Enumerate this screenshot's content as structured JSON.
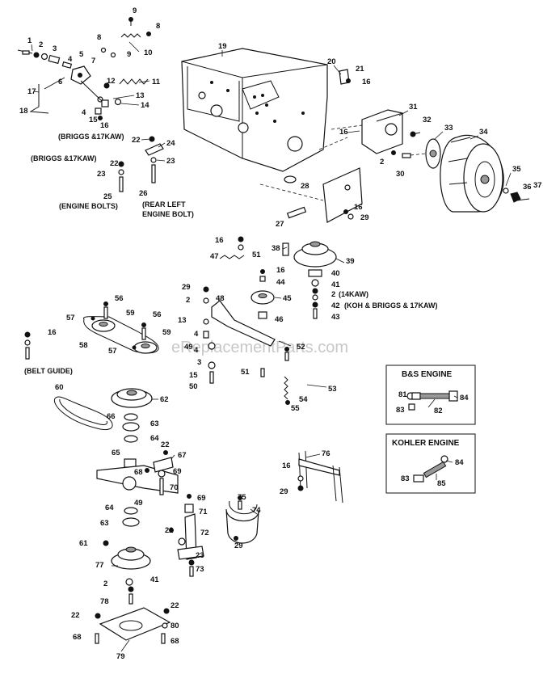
{
  "watermark": "eReplacementParts.com",
  "callouts": {
    "c1": "1",
    "c2": "2",
    "c3": "3",
    "c4": "4",
    "c5": "5",
    "c6": "6",
    "c7": "7",
    "c8": "8",
    "c9": "9",
    "c10": "10",
    "c11": "11",
    "c12": "12",
    "c13": "13",
    "c14": "14",
    "c15": "15",
    "c16": "16",
    "c17": "17",
    "c18": "18",
    "c19": "19",
    "c20": "20",
    "c21": "21",
    "c22": "22",
    "c23": "23",
    "c24": "24",
    "c25": "25",
    "c26": "26",
    "c27": "27",
    "c28": "28",
    "c29": "29",
    "c30": "30",
    "c31": "31",
    "c32": "32",
    "c33": "33",
    "c34": "34",
    "c35": "35",
    "c36": "36",
    "c37": "37",
    "c38": "38",
    "c39": "39",
    "c40": "40",
    "c41": "41",
    "c42": "42",
    "c43": "43",
    "c44": "44",
    "c45": "45",
    "c46": "46",
    "c47": "47",
    "c48": "48",
    "c49": "49",
    "c50": "50",
    "c51": "51",
    "c52": "52",
    "c53": "53",
    "c54": "54",
    "c55": "55",
    "c56": "56",
    "c57": "57",
    "c58": "58",
    "c59": "59",
    "c60": "60",
    "c61": "61",
    "c62": "62",
    "c63": "63",
    "c64": "64",
    "c65": "65",
    "c66": "66",
    "c67": "67",
    "c68": "68",
    "c69": "69",
    "c70": "70",
    "c71": "71",
    "c72": "72",
    "c73": "73",
    "c74": "74",
    "c75": "75",
    "c76": "76",
    "c77": "77",
    "c78": "78",
    "c79": "79",
    "c80": "80",
    "c81": "81",
    "c82": "82",
    "c83": "83",
    "c84": "84",
    "c85": "85"
  },
  "notes": {
    "briggs_kaw_1": "(BRIGGS &17KAW)",
    "briggs_kaw_2": "(BRIGGS &17KAW)",
    "engine_bolts": "(ENGINE BOLTS)",
    "rear_left_1": "(REAR LEFT",
    "rear_left_2": "ENGINE BOLT)",
    "note_14kaw": "(14KAW)",
    "note_koh": "(KOH & BRIGGS & 17KAW)",
    "belt_guide": "(BELT GUIDE)"
  },
  "insets": {
    "bs_engine": "B&S ENGINE",
    "kohler_engine": "KOHLER ENGINE"
  }
}
